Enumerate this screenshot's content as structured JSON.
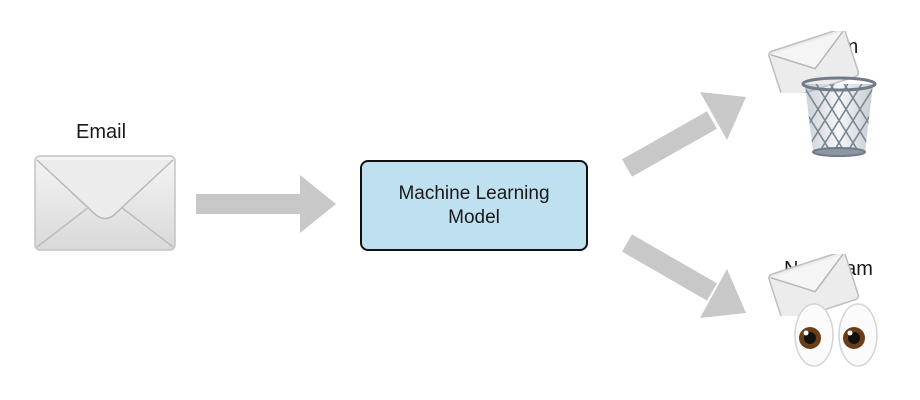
{
  "input": {
    "label": "Email",
    "icon": "envelope-icon"
  },
  "model": {
    "label": "Machine Learning Model",
    "fill_color": "#bfe0ef",
    "border_color": "#111111"
  },
  "outputs": [
    {
      "label": "Spam",
      "icons": [
        "envelope-icon",
        "wastebasket-icon"
      ]
    },
    {
      "label": "Not Spam",
      "icons": [
        "envelope-icon",
        "eyes-icon"
      ]
    }
  ],
  "arrow_color": "#c8c8c8"
}
